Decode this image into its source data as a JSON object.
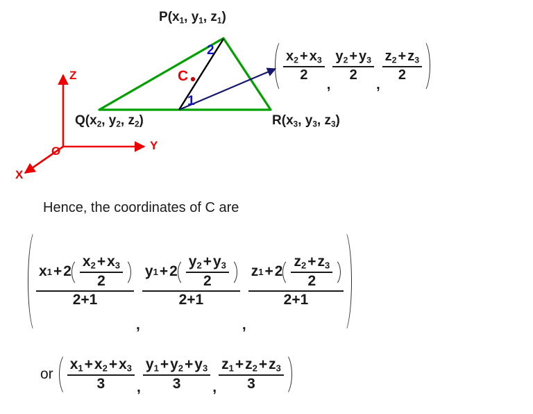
{
  "page": {
    "title": "Section formula — centroid of triangle PQR in 3D",
    "background": "#ffffff"
  },
  "colors": {
    "axis_red": "#ee0000",
    "triangle_green": "#00a000",
    "median_black": "#000000",
    "ratio_blue": "#1111cc",
    "arrow_navy": "#16166e",
    "text": "#1a1a1a"
  },
  "diagram": {
    "name": "triangle-centroid-diagram",
    "axes": {
      "origin_label": "O",
      "z_label": "Z",
      "y_label": "Y",
      "x_label": "X"
    },
    "vertices": {
      "p": {
        "name": "P",
        "open": "(",
        "x": "x",
        "xs": "1",
        "y": "y",
        "ys": "1",
        "z": "z",
        "zs": "1",
        "close": ")"
      },
      "q": {
        "name": "Q",
        "open": "(",
        "x": "x",
        "xs": "2",
        "y": "y",
        "ys": "2",
        "z": "z",
        "zs": "2",
        "close": ")"
      },
      "r": {
        "name": "R",
        "open": "(",
        "x": "x",
        "xs": "3",
        "y": "y",
        "ys": "3",
        "z": "z",
        "zs": "3",
        "close": ")"
      }
    },
    "centroid_label": "C",
    "ratio_near": "1",
    "ratio_far": "2",
    "midpoint": {
      "label": "midpoint-of-QR-coordinates",
      "terms": [
        {
          "num_a": "x",
          "num_a_sub": "2",
          "num_b": "x",
          "num_b_sub": "3",
          "den": "2"
        },
        {
          "num_a": "y",
          "num_a_sub": "2",
          "num_b": "y",
          "num_b_sub": "3",
          "den": "2"
        },
        {
          "num_a": "z",
          "num_a_sub": "2",
          "num_b": "z",
          "num_b_sub": "3",
          "den": "2"
        }
      ],
      "plus": "+",
      "comma": ",",
      "open_paren": "(",
      "close_paren": ")"
    }
  },
  "prose": {
    "hence_line": "Hence, the coordinates of C are"
  },
  "big_formula": {
    "label": "centroid-coordinates-expanded",
    "open_paren": "(",
    "close_paren": ")",
    "comma": ",",
    "plus": "+",
    "multiplier": "2",
    "denominator": "2+1",
    "terms": [
      {
        "lead": "x",
        "lead_sub": "1",
        "inner_a": "x",
        "inner_a_sub": "2",
        "inner_b": "x",
        "inner_b_sub": "3",
        "inner_den": "2"
      },
      {
        "lead": "y",
        "lead_sub": "1",
        "inner_a": "y",
        "inner_a_sub": "2",
        "inner_b": "y",
        "inner_b_sub": "3",
        "inner_den": "2"
      },
      {
        "lead": "z",
        "lead_sub": "1",
        "inner_a": "z",
        "inner_a_sub": "2",
        "inner_b": "z",
        "inner_b_sub": "3",
        "inner_den": "2"
      }
    ]
  },
  "or_formula": {
    "label": "centroid-coordinates-simplified",
    "or_word": "or",
    "open_paren": "(",
    "close_paren": ")",
    "comma": ",",
    "plus": "+",
    "denominator": "3",
    "terms": [
      {
        "a": "x",
        "a_sub": "1",
        "b": "x",
        "b_sub": "2",
        "c": "x",
        "c_sub": "3"
      },
      {
        "a": "y",
        "a_sub": "1",
        "b": "y",
        "b_sub": "2",
        "c": "y",
        "c_sub": "3"
      },
      {
        "a": "z",
        "a_sub": "1",
        "b": "z",
        "b_sub": "2",
        "c": "z",
        "c_sub": "3"
      }
    ]
  }
}
